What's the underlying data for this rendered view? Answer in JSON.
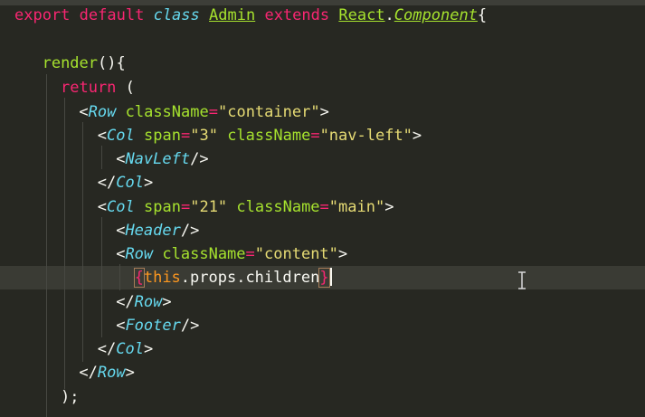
{
  "editor": {
    "lines": [
      {
        "tokens": [
          [
            "kw",
            "export"
          ],
          [
            "pl",
            " "
          ],
          [
            "kw",
            "default"
          ],
          [
            "pl",
            " "
          ],
          [
            "it",
            "class"
          ],
          [
            "pl",
            " "
          ],
          [
            "cls",
            "Admin"
          ],
          [
            "pl",
            " "
          ],
          [
            "kw",
            "extends"
          ],
          [
            "pl",
            " "
          ],
          [
            "cls",
            "React"
          ],
          [
            "pl",
            "."
          ],
          [
            "clsit",
            "Component"
          ],
          [
            "pl",
            "{"
          ]
        ]
      },
      {
        "tokens": []
      },
      {
        "tokens": [
          [
            "attr",
            "render"
          ],
          [
            "pl",
            "(){"
          ]
        ]
      },
      {
        "tokens": [
          [
            "kw",
            "return"
          ],
          [
            "pl",
            " ("
          ]
        ]
      },
      {
        "tokens": [
          [
            "pl",
            "<"
          ],
          [
            "tag",
            "Row"
          ],
          [
            "pl",
            " "
          ],
          [
            "attr",
            "className"
          ],
          [
            "kw",
            "="
          ],
          [
            "str",
            "\"container\""
          ],
          [
            "pl",
            ">"
          ]
        ]
      },
      {
        "tokens": [
          [
            "pl",
            "<"
          ],
          [
            "tag",
            "Col"
          ],
          [
            "pl",
            " "
          ],
          [
            "attr",
            "span"
          ],
          [
            "kw",
            "="
          ],
          [
            "str",
            "\"3\""
          ],
          [
            "pl",
            " "
          ],
          [
            "attr",
            "className"
          ],
          [
            "kw",
            "="
          ],
          [
            "str",
            "\"nav-left\""
          ],
          [
            "pl",
            ">"
          ]
        ]
      },
      {
        "tokens": [
          [
            "pl",
            "<"
          ],
          [
            "tag",
            "NavLeft"
          ],
          [
            "pl",
            "/>"
          ]
        ]
      },
      {
        "tokens": [
          [
            "pl",
            "</"
          ],
          [
            "tag",
            "Col"
          ],
          [
            "pl",
            ">"
          ]
        ]
      },
      {
        "tokens": [
          [
            "pl",
            "<"
          ],
          [
            "tag",
            "Col"
          ],
          [
            "pl",
            " "
          ],
          [
            "attr",
            "span"
          ],
          [
            "kw",
            "="
          ],
          [
            "str",
            "\"21\""
          ],
          [
            "pl",
            " "
          ],
          [
            "attr",
            "className"
          ],
          [
            "kw",
            "="
          ],
          [
            "str",
            "\"main\""
          ],
          [
            "pl",
            ">"
          ]
        ]
      },
      {
        "tokens": [
          [
            "pl",
            "<"
          ],
          [
            "tag",
            "Header"
          ],
          [
            "pl",
            "/>"
          ]
        ]
      },
      {
        "tokens": [
          [
            "pl",
            "<"
          ],
          [
            "tag",
            "Row"
          ],
          [
            "pl",
            " "
          ],
          [
            "attr",
            "className"
          ],
          [
            "kw",
            "="
          ],
          [
            "str",
            "\"content\""
          ],
          [
            "pl",
            ">"
          ]
        ]
      },
      {
        "tokens": [
          [
            "brace",
            "{"
          ],
          [
            "thisk",
            "this"
          ],
          [
            "pl",
            ".props.children"
          ],
          [
            "brace",
            "}"
          ]
        ]
      },
      {
        "tokens": [
          [
            "pl",
            "</"
          ],
          [
            "tag",
            "Row"
          ],
          [
            "pl",
            ">"
          ]
        ]
      },
      {
        "tokens": [
          [
            "pl",
            "<"
          ],
          [
            "tag",
            "Footer"
          ],
          [
            "pl",
            "/>"
          ]
        ]
      },
      {
        "tokens": [
          [
            "pl",
            "</"
          ],
          [
            "tag",
            "Col"
          ],
          [
            "pl",
            ">"
          ]
        ]
      },
      {
        "tokens": [
          [
            "pl",
            "</"
          ],
          [
            "tag",
            "Row"
          ],
          [
            "pl",
            ">"
          ]
        ]
      },
      {
        "tokens": [
          [
            "pl",
            ");"
          ]
        ]
      }
    ],
    "current_line": 11
  },
  "colors": {
    "background": "#272822",
    "keyword": "#f92672",
    "tag": "#66d9ef",
    "attribute": "#a6e22e",
    "string": "#e6db74",
    "this": "#fd971f"
  },
  "icons": {
    "pointer": "text-cursor-ibeam-icon"
  }
}
